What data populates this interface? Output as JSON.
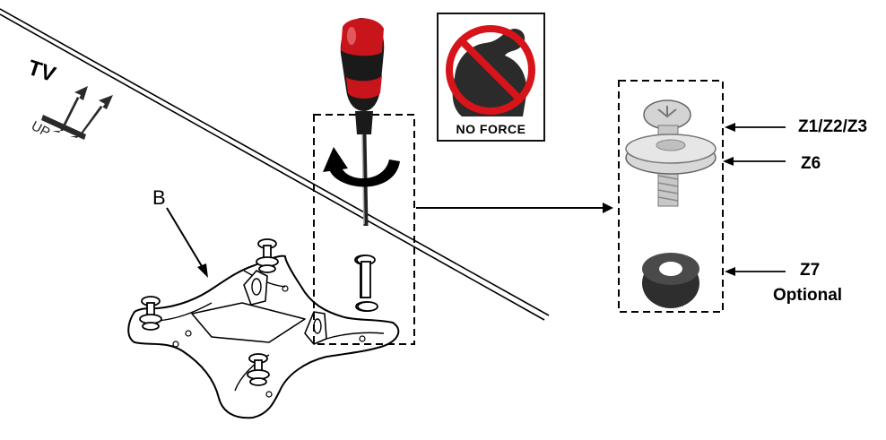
{
  "labels": {
    "tv": "TV",
    "up": "UP",
    "bracket": "B",
    "no_force": "NO FORCE",
    "z1": "Z1/Z2/Z3",
    "z6": "Z6",
    "z7": "Z7",
    "optional": "Optional"
  },
  "colors": {
    "line": "#000000",
    "screwdriver_red": "#c8141b",
    "screwdriver_black": "#1a1a1a",
    "prohibit_red": "#d7141a",
    "metal": "#d4d4d4",
    "washer_dark": "#3a3a3a"
  },
  "icons": [
    "screwdriver-icon",
    "rotate-arrow-icon",
    "no-force-icon",
    "tv-up-arrows-icon"
  ]
}
